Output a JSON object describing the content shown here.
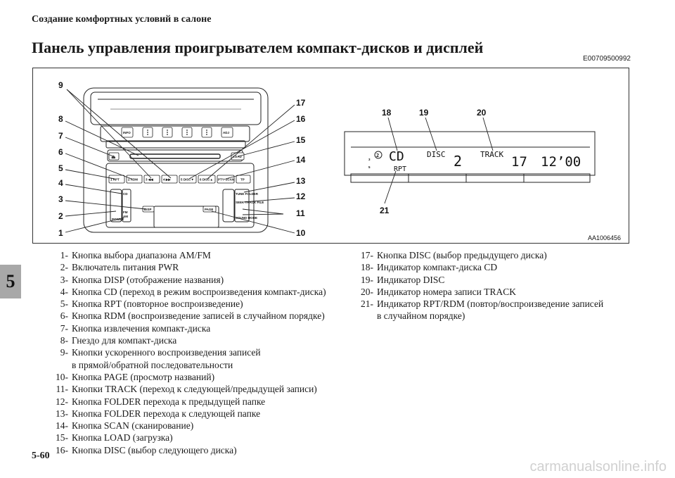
{
  "header": {
    "running_head": "Создание комфортных условий в салоне",
    "title": "Панель управления проигрывателем компакт-дисков и дисплей",
    "doc_code": "E00709500992"
  },
  "figure": {
    "image_code": "AA1006456",
    "callouts": {
      "c1": "1",
      "c2": "2",
      "c3": "3",
      "c4": "4",
      "c5": "5",
      "c6": "6",
      "c7": "7",
      "c8": "8",
      "c9": "9",
      "c10": "10",
      "c11": "11",
      "c12": "12",
      "c13": "13",
      "c14": "14",
      "c15": "15",
      "c16": "16",
      "c17": "17",
      "c18": "18",
      "c19": "19",
      "c20": "20",
      "c21": "21"
    },
    "panel": {
      "info": "INFO",
      "adj": "ADJ",
      "load": "LOAD",
      "preset1": "1 RPT",
      "preset2": "2 RDM",
      "preset3": "3 ◀◀",
      "preset4": "4 ▶▶",
      "preset5": "5 DISC▼",
      "preset6": "6 DISC▲",
      "pty_scan": "PTY•SCAN",
      "tp": "TP",
      "cd": "CD",
      "fm": "FM",
      "am": "AM",
      "power": "POWER",
      "disp": "DISP",
      "page": "PAGE",
      "tune_folder": "TUNE FOLDER",
      "seek_track_file": "SEEK TRACK FILE",
      "sound_mode": "SOUND MODE"
    },
    "display": {
      "band_top": "3",
      "band_bottom": "5",
      "circled": "2",
      "cd": "CD",
      "disc_label": "DISC",
      "disc_number": "2",
      "track_label": "TRACK",
      "track_number": "17",
      "time": "12’00",
      "rpt": "RPT"
    }
  },
  "legend_left": [
    {
      "num": "1-",
      "text": "Кнопка выбора диапазона AM/FM"
    },
    {
      "num": "2-",
      "text": "Включатель питания PWR"
    },
    {
      "num": "3-",
      "text": "Кнопка DISP (отображение названия)"
    },
    {
      "num": "4-",
      "text": "Кнопка CD (переход в режим воспроизведения компакт-диска)"
    },
    {
      "num": "5-",
      "text": "Кнопка RPT (повторное воспроизведение)"
    },
    {
      "num": "6-",
      "text": "Кнопка RDM (воспроизведение записей в случайном порядке)"
    },
    {
      "num": "7-",
      "text": "Кнопка извлечения компакт-диска"
    },
    {
      "num": "8-",
      "text": "Гнездо для компакт-диска"
    },
    {
      "num": "9-",
      "text": "Кнопки ускоренного воспроизведения записей",
      "text2": "в прямой/обратной последовательности"
    },
    {
      "num": "10-",
      "text": "Кнопка PAGE (просмотр названий)"
    },
    {
      "num": "11-",
      "text": "Кнопки TRACK (переход к следующей/предыдущей записи)"
    },
    {
      "num": "12-",
      "text": "Кнопка FOLDER перехода к предыдущей папке"
    },
    {
      "num": "13-",
      "text": "Кнопка FOLDER перехода к следующей папке"
    },
    {
      "num": "14-",
      "text": "Кнопка SCAN (сканирование)"
    },
    {
      "num": "15-",
      "text": "Кнопка LOAD (загрузка)"
    },
    {
      "num": "16-",
      "text": "Кнопка DISC (выбор следующего диска)"
    }
  ],
  "legend_right": [
    {
      "num": "17-",
      "text": "Кнопка DISC (выбор предыдущего диска)"
    },
    {
      "num": "18-",
      "text": "Индикатор компакт-диска CD"
    },
    {
      "num": "19-",
      "text": "Индикатор DISC"
    },
    {
      "num": "20-",
      "text": "Индикатор номера записи TRACK"
    },
    {
      "num": "21-",
      "text": "Индикатор RPT/RDM (повтор/воспроизведение записей",
      "text2": "в случайном порядке)"
    }
  ],
  "chapter_tab": "5",
  "page_number": "5-60",
  "watermark": "carmanualsonline.info"
}
